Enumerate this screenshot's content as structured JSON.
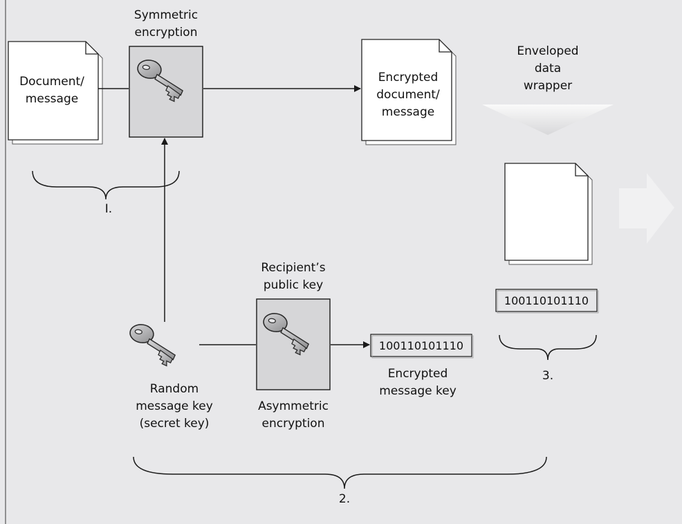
{
  "labels": {
    "document_line1": "Document/",
    "document_line2": "message",
    "symmetric_line1": "Symmetric",
    "symmetric_line2": "encryption",
    "encrypted_doc_line1": "Encrypted",
    "encrypted_doc_line2": "document/",
    "encrypted_doc_line3": "message",
    "enveloped_line1": "Enveloped",
    "enveloped_line2": "data",
    "enveloped_line3": "wrapper",
    "step1": "I.",
    "recipient_line1": "Recipient’s",
    "recipient_line2": "public key",
    "random_line1": "Random",
    "random_line2": "message key",
    "random_line3": "(secret key)",
    "asymmetric_line1": "Asymmetric",
    "asymmetric_line2": "encryption",
    "encrypted_key_line1": "Encrypted",
    "encrypted_key_line2": "message key",
    "bits_middle": "100110101110",
    "bits_right": "100110101110",
    "step3": "3.",
    "step2": "2."
  },
  "colors": {
    "background": "#e8e8ea",
    "frame": "#555555",
    "box_fill": "#d6d6d8",
    "key_metal": "#b9b9bb",
    "line": "#1a1a1a",
    "funnel": "#f2f2f2",
    "ghost_icon": "#f4f4f5"
  },
  "icons": [
    "key-icon",
    "document-icon",
    "arrow-right-icon",
    "arrow-up-icon",
    "funnel-down-icon",
    "curly-brace-icon"
  ]
}
